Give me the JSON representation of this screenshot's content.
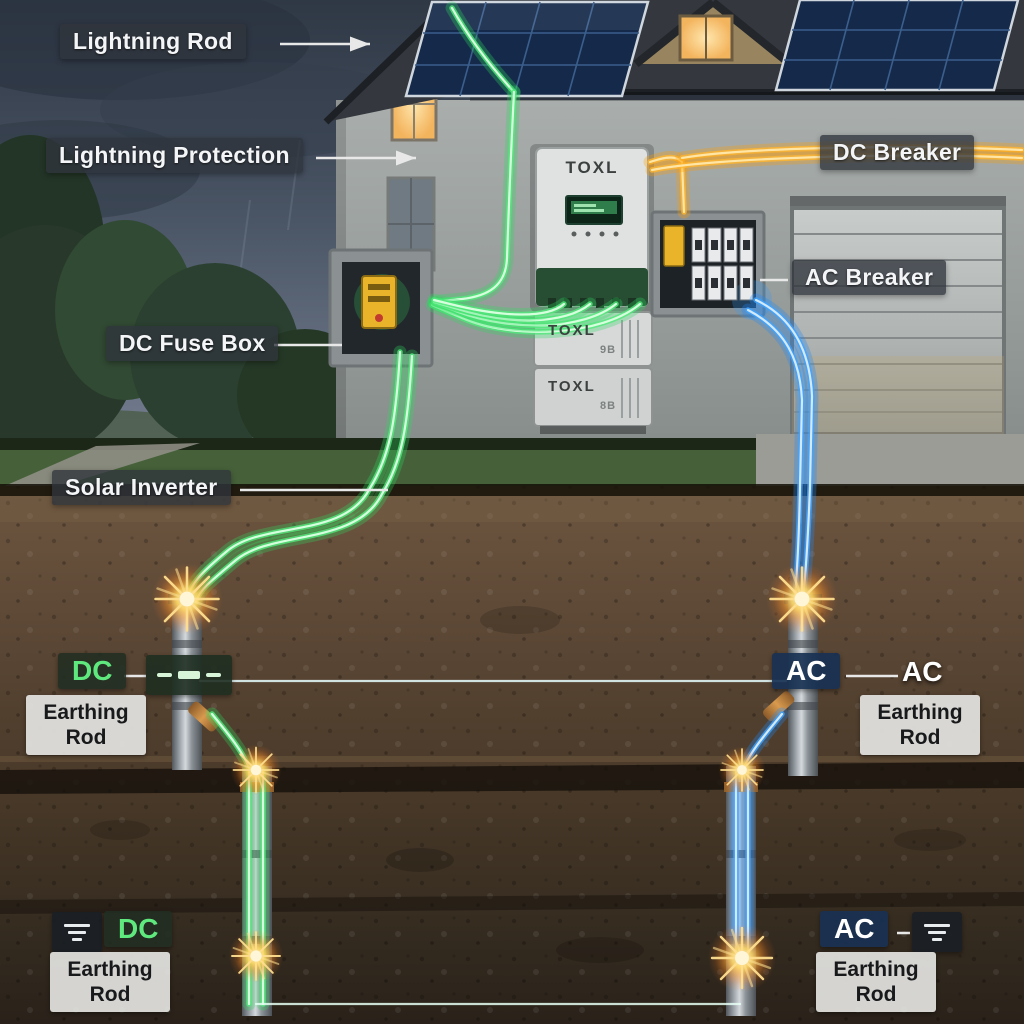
{
  "callouts": {
    "lightning_rod": "Lightning Rod",
    "lightning_protection": "Lightning Protection",
    "dc_breaker": "DC Breaker",
    "ac_breaker": "AC Breaker",
    "dc_fuse_box": "DC Fuse Box",
    "solar_inverter": "Solar Inverter"
  },
  "earthing": {
    "dc_abbr": "DC",
    "ac_abbr": "AC",
    "ac_plain": "AC",
    "rod_line1": "Earthing",
    "rod_line2": "Rod"
  },
  "equipment": {
    "inverter_brand": "TOXL",
    "battery1_brand": "TOXL",
    "battery1_code": "9B",
    "battery2_brand": "TOXL",
    "battery2_code": "8B"
  },
  "icons": {
    "fuse_symbol": "inline-fuse-symbol",
    "ground_symbol": "earth-ground-lines",
    "spark": "electric-spark"
  },
  "colors": {
    "dc_wire": "#3ddc64",
    "ac_wire": "#2f9dff",
    "pv_wire": "#ffaa2b",
    "dc_text": "#5fe87e",
    "ac_badge_bg": "#1d3a5f",
    "label_bg": "rgba(47,53,60,0.78)",
    "light_label_bg": "rgba(232,232,230,0.9)"
  }
}
